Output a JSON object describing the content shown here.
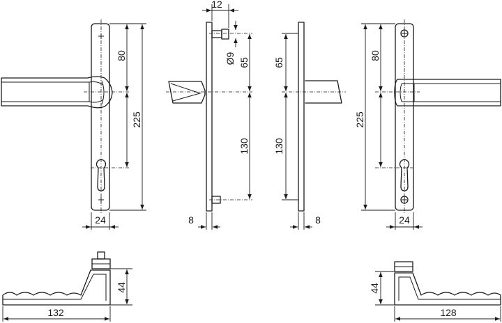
{
  "dimensions": {
    "top_width": "12",
    "hole_diameter": "Ø9",
    "front_left_80": "80",
    "front_left_225": "225",
    "front_left_24": "24",
    "side_left_65": "65",
    "side_left_130": "130",
    "side_left_8": "8",
    "side_right_65": "65",
    "side_right_130": "130",
    "side_right_8": "8",
    "front_right_80": "80",
    "front_right_225": "225",
    "front_right_24": "24",
    "bottom_left_44": "44",
    "bottom_left_132": "132",
    "bottom_right_44": "44",
    "bottom_right_128": "128"
  }
}
